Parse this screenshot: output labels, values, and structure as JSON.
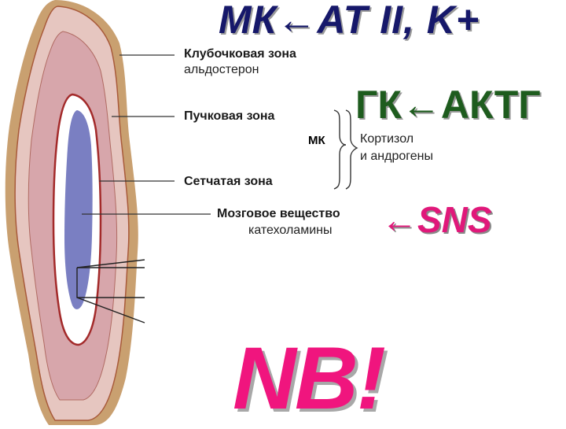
{
  "headings": {
    "mk_line": "МК←AT II, K+",
    "gk_line": "ГК←АКТГ",
    "sns_line": "←SNS",
    "nb": "NB!"
  },
  "zones": [
    {
      "name": "Клубочковая зона",
      "hormone": "альдостерон"
    },
    {
      "name": "Пучковая зона"
    },
    {
      "name": "Сетчатая зона"
    },
    {
      "name": "Мозговое вещество",
      "hormone": "катехоламины"
    }
  ],
  "bracket": {
    "left_label": "МК",
    "right_line1": "Кортизол",
    "right_line2": "и андрогены"
  },
  "colors": {
    "capsule": "#c9a070",
    "glomerulosa": "#e6c6c0",
    "fasciculata": "#d7a6ab",
    "reticularis_border": "#a32a2a",
    "medulla_white": "#ffffff",
    "medulla_core": "#7a7fc2",
    "heading_navy": "#16186a",
    "heading_green": "#1e5c1e",
    "accent_pink": "#f0157e"
  }
}
